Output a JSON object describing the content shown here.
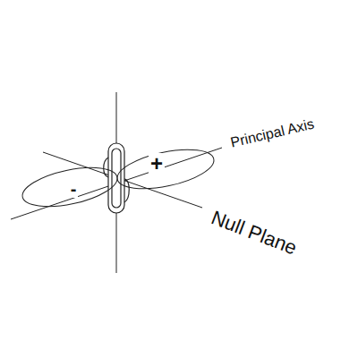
{
  "diagram": {
    "nodes": [
      {
        "text": [
          "-"
        ]
      },
      {
        "text": [
          "+"
        ]
      }
    ],
    "labels": [
      "Principal Axis",
      "Null Plane"
    ]
  }
}
